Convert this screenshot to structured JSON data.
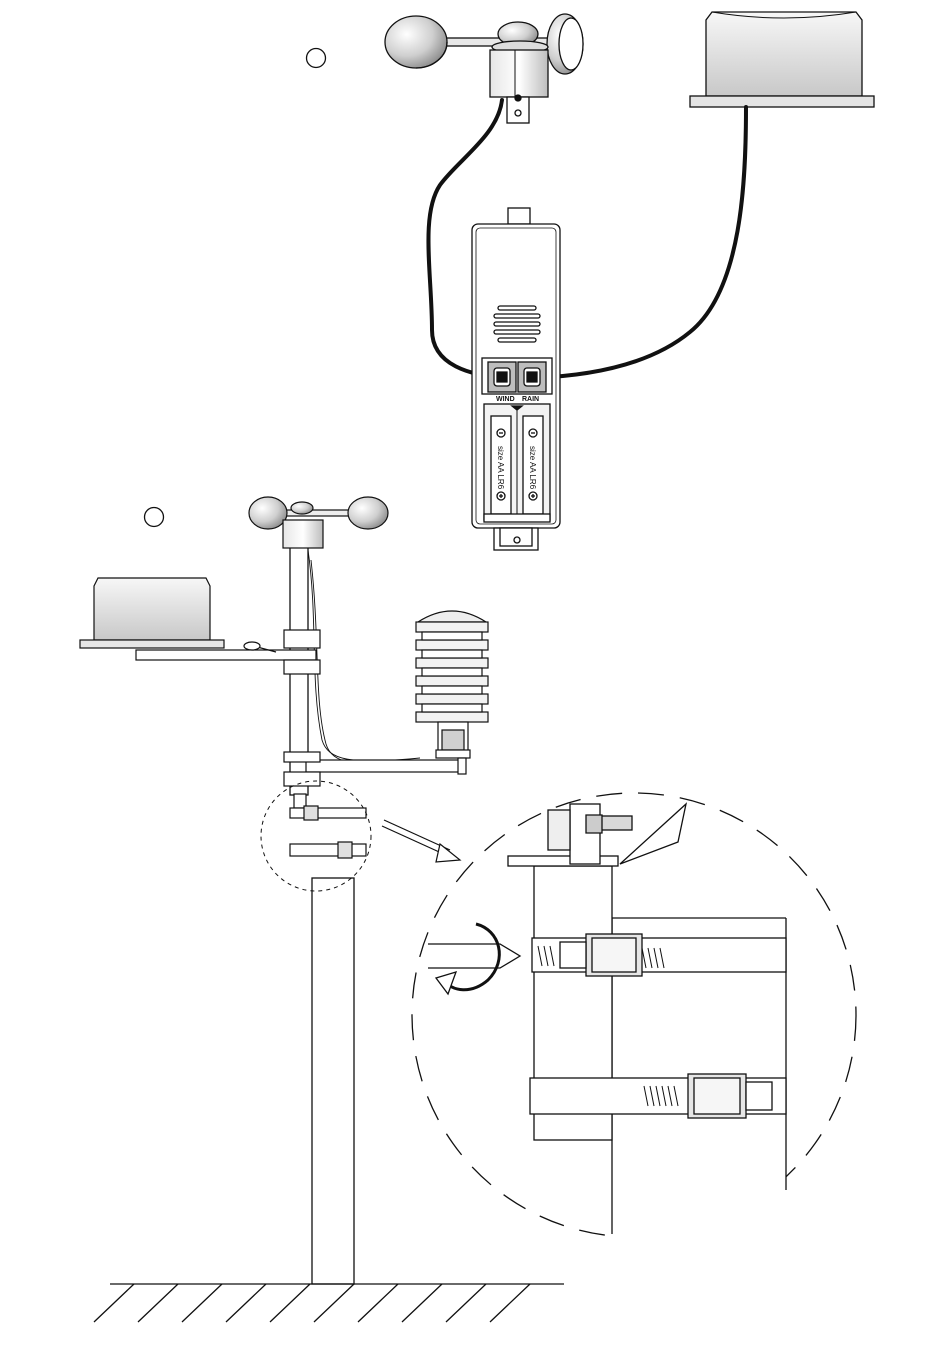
{
  "diagram": {
    "connectors": {
      "wind_label": "WIND",
      "rain_label": "RAIN"
    },
    "batteries": [
      {
        "label": "size AA LR6"
      },
      {
        "label": "size AA LR6"
      }
    ],
    "colors": {
      "line": "#111111",
      "cable": "#111111",
      "fill_light": "#f2f2f2",
      "fill_mid": "#d9d9d9",
      "fill_dark": "#9a9a9a"
    }
  }
}
